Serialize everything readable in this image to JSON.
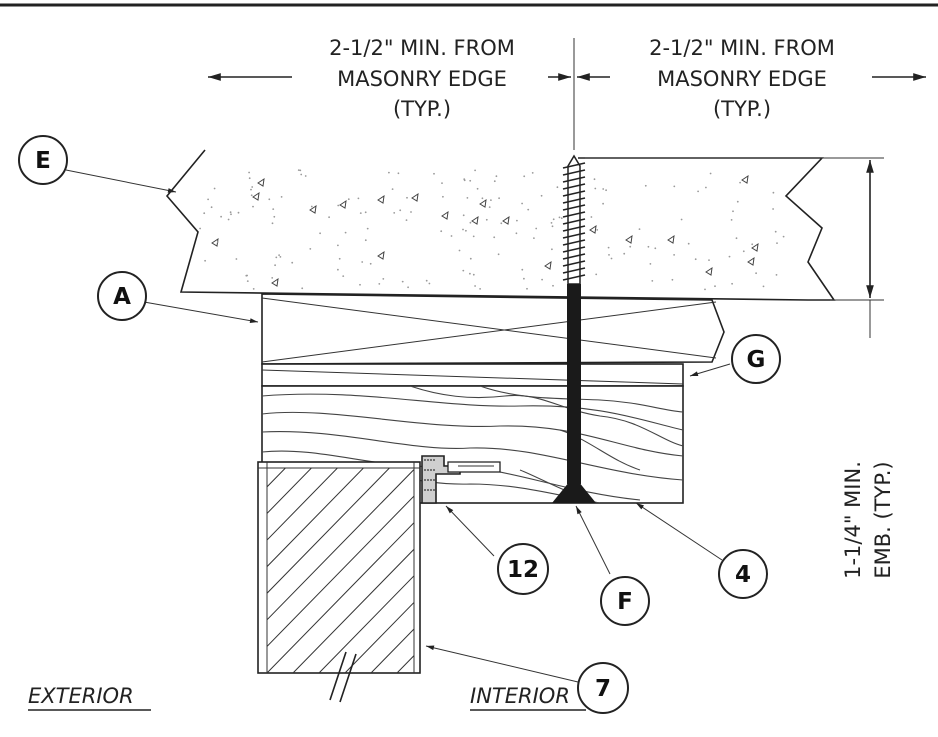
{
  "dimensions": {
    "left": {
      "line1": "2-1/2\" MIN. FROM",
      "line2": "MASONRY EDGE",
      "line3": "(TYP.)"
    },
    "right": {
      "line1": "2-1/2\" MIN. FROM",
      "line2": "MASONRY EDGE",
      "line3": "(TYP.)"
    },
    "embedment": {
      "line1": "1-1/4\" MIN.",
      "line2": "EMB. (TYP.)"
    }
  },
  "callouts": {
    "E": "E",
    "A": "A",
    "G": "G",
    "twelve": "12",
    "F": "F",
    "four": "4",
    "seven": "7"
  },
  "zones": {
    "exterior": "EXTERIOR",
    "interior": "INTERIOR"
  }
}
